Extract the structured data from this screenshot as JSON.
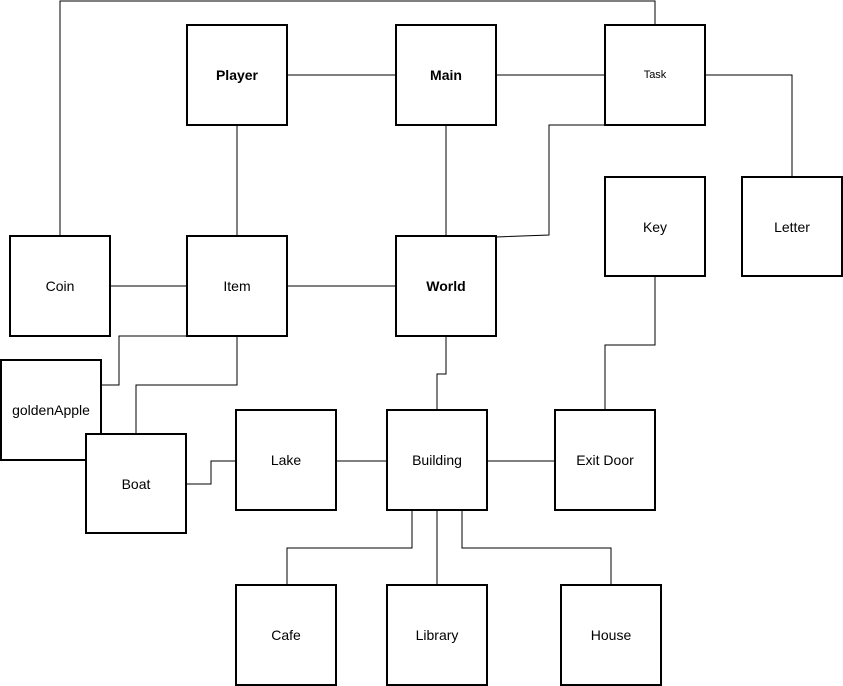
{
  "nodes": {
    "player": {
      "label": "Player",
      "bold": true
    },
    "main": {
      "label": "Main",
      "bold": true
    },
    "task": {
      "label": "Task",
      "small": true
    },
    "coin": {
      "label": "Coin"
    },
    "item": {
      "label": "Item"
    },
    "world": {
      "label": "World",
      "bold": true
    },
    "key": {
      "label": "Key"
    },
    "letter": {
      "label": "Letter"
    },
    "goldenapple": {
      "label": "goldenApple"
    },
    "boat": {
      "label": "Boat"
    },
    "lake": {
      "label": "Lake"
    },
    "building": {
      "label": "Building"
    },
    "exitdoor": {
      "label": "Exit Door"
    },
    "cafe": {
      "label": "Cafe"
    },
    "library": {
      "label": "Library"
    },
    "house": {
      "label": "House"
    }
  },
  "edges": [
    {
      "from": "player",
      "to": "main"
    },
    {
      "from": "main",
      "to": "task"
    },
    {
      "from": "player",
      "to": "item"
    },
    {
      "from": "main",
      "to": "world"
    },
    {
      "from": "coin",
      "to": "task"
    },
    {
      "from": "task",
      "to": "letter"
    },
    {
      "from": "task",
      "to": "world"
    },
    {
      "from": "coin",
      "to": "item"
    },
    {
      "from": "item",
      "to": "world"
    },
    {
      "from": "item",
      "to": "goldenapple"
    },
    {
      "from": "item",
      "to": "boat"
    },
    {
      "from": "world",
      "to": "building"
    },
    {
      "from": "boat",
      "to": "lake"
    },
    {
      "from": "lake",
      "to": "building"
    },
    {
      "from": "building",
      "to": "exitdoor"
    },
    {
      "from": "key",
      "to": "exitdoor"
    },
    {
      "from": "building",
      "to": "cafe"
    },
    {
      "from": "building",
      "to": "library"
    },
    {
      "from": "building",
      "to": "house"
    }
  ]
}
